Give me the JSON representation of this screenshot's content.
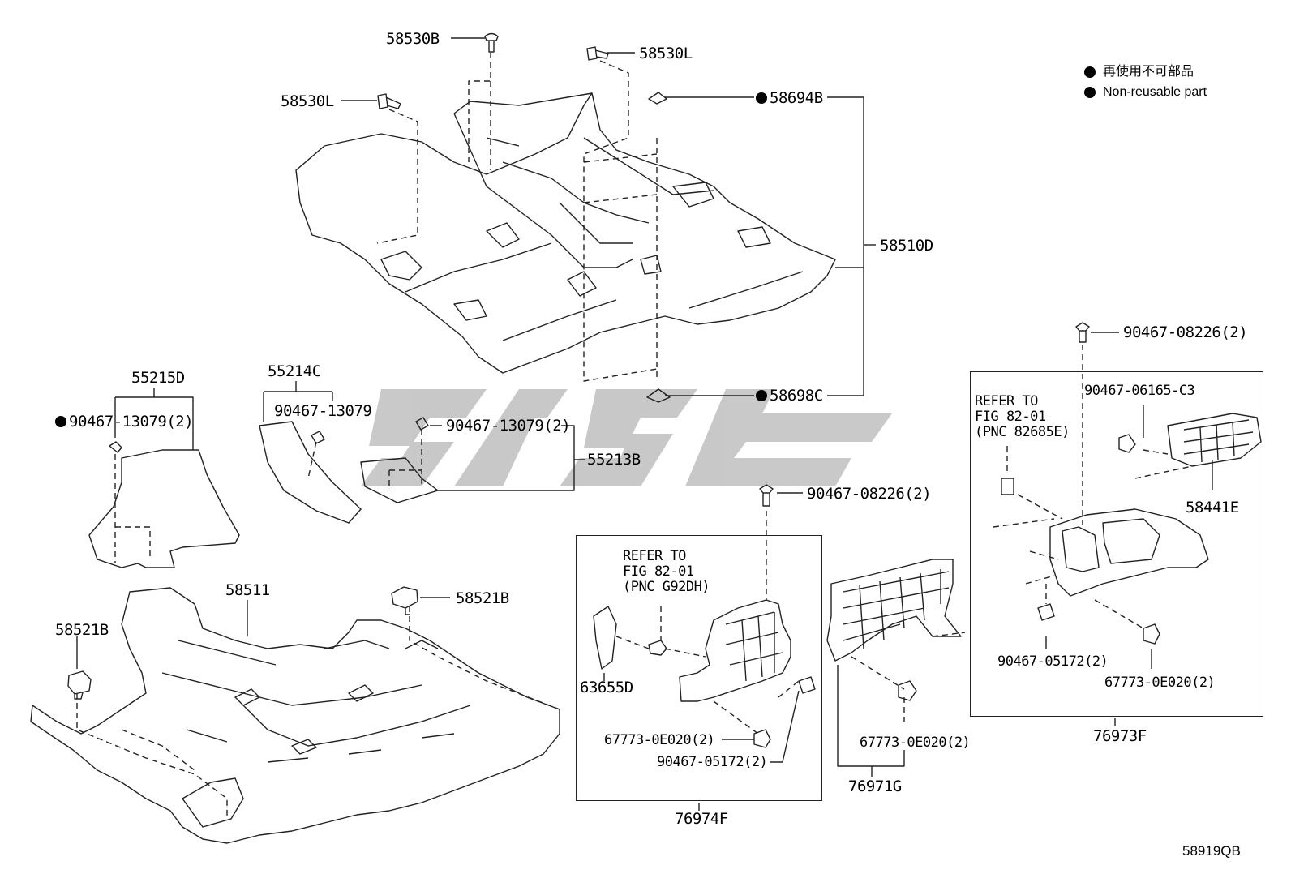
{
  "legend": {
    "jp": "再使用不可部品",
    "en": "Non-reusable part"
  },
  "diagram_id": "58919QB",
  "callouts": {
    "p58530B": "58530B",
    "p58530L_top": "58530L",
    "p58530L_left": "58530L",
    "p58694B": "58694B",
    "p58510D": "58510D",
    "p58698C": "58698C",
    "p55215D": "55215D",
    "p55214C": "55214C",
    "p55213B": "55213B",
    "c90467_13079_2a": "90467-13079(2)",
    "c90467_13079": "90467-13079",
    "c90467_13079_2b": "90467-13079(2)",
    "p58511": "58511",
    "p58521B_left": "58521B",
    "p58521B_right": "58521B",
    "c90467_08226_mid": "90467-08226(2)",
    "c90467_08226_right": "90467-08226(2)",
    "p63655D": "63655D",
    "c67773_0E020_a": "67773-0E020(2)",
    "c90467_05172_a": "90467-05172(2)",
    "p76974F": "76974F",
    "c67773_0E020_b": "67773-0E020(2)",
    "p76971G": "76971G",
    "c90467_06165": "90467-06165-C3",
    "p58441E": "58441E",
    "c90467_05172_b": "90467-05172(2)",
    "c67773_0E020_c": "67773-0E020(2)",
    "p76973F": "76973F"
  },
  "refer_notes": {
    "left": "REFER TO\nFIG 82-01\n(PNC G92DH)",
    "right": "REFER TO\nFIG 82-01\n(PNC 82685E)"
  },
  "colors": {
    "watermark": "#c4c4c4",
    "line": "#222222"
  }
}
